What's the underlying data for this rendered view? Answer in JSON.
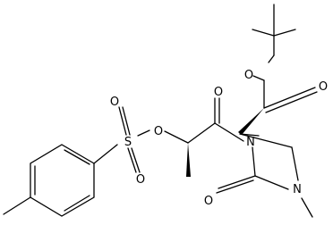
{
  "molecule": {
    "atoms": {
      "o_ester_carbonyl": "O",
      "o_ester_ether": "O",
      "o_acyl": "O",
      "o_tosylate": "O",
      "s_sulfonyl": "S",
      "o_sulfonyl_top": "O",
      "o_sulfonyl_bottom": "O",
      "n_ring_acyl": "N",
      "n_ring_methyl": "N",
      "o_urea": "O"
    },
    "colors": {
      "bonds": "#000000",
      "labels": "#000000",
      "background": "#ffffff"
    }
  }
}
